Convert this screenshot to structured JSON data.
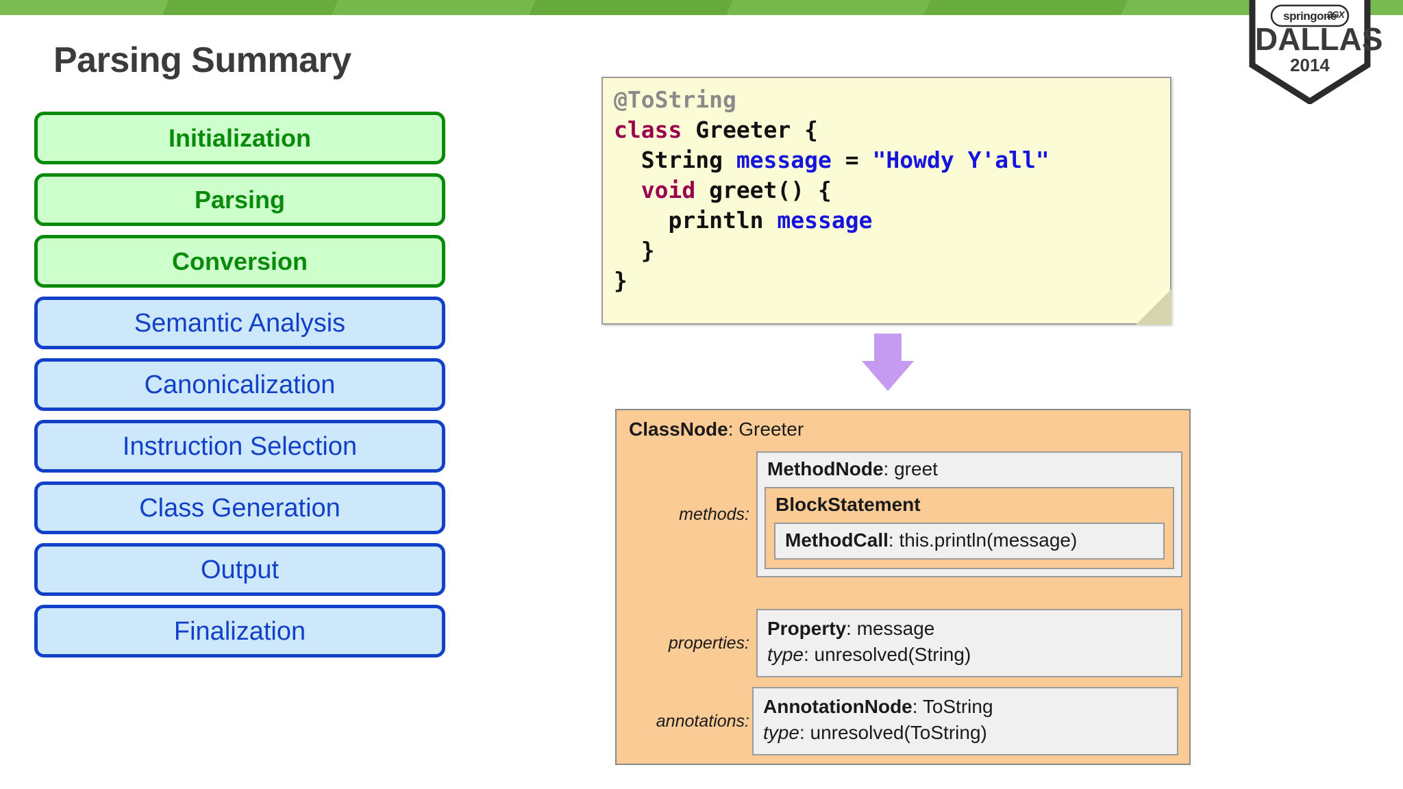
{
  "topbar": {
    "color": "#6cb33f"
  },
  "logo": {
    "name": "springone-2gx-dallas-2014-logo",
    "springone": "springone",
    "badge": "2GX",
    "city": "DALLAS",
    "year": "2014"
  },
  "page_title": "Parsing Summary",
  "phases": {
    "done_color": "#0a8a0a",
    "done_fill": "#ccffcc",
    "pending_color": "#1340c8",
    "pending_fill": "#cce8fa",
    "items": [
      {
        "label": "Initialization",
        "state": "done"
      },
      {
        "label": "Parsing",
        "state": "done"
      },
      {
        "label": "Conversion",
        "state": "done"
      },
      {
        "label": "Semantic Analysis",
        "state": "pending"
      },
      {
        "label": "Canonicalization",
        "state": "pending"
      },
      {
        "label": "Instruction Selection",
        "state": "pending"
      },
      {
        "label": "Class Generation",
        "state": "pending"
      },
      {
        "label": "Output",
        "state": "pending"
      },
      {
        "label": "Finalization",
        "state": "pending"
      }
    ]
  },
  "code_note": {
    "background": "#fbfbd6",
    "lines": [
      {
        "tokens": [
          {
            "t": "@ToString",
            "c": "annot"
          }
        ]
      },
      {
        "tokens": [
          {
            "t": "class ",
            "c": "kw"
          },
          {
            "t": "Greeter {",
            "c": "plain"
          }
        ]
      },
      {
        "tokens": [
          {
            "t": "  String ",
            "c": "plain"
          },
          {
            "t": "message",
            "c": "var"
          },
          {
            "t": " = ",
            "c": "plain"
          },
          {
            "t": "\"Howdy Y'all\"",
            "c": "str"
          }
        ]
      },
      {
        "tokens": [
          {
            "t": "  void ",
            "c": "kw"
          },
          {
            "t": "greet() {",
            "c": "plain"
          }
        ]
      },
      {
        "tokens": [
          {
            "t": "    println ",
            "c": "plain"
          },
          {
            "t": "message",
            "c": "var"
          }
        ]
      },
      {
        "tokens": [
          {
            "t": "  }",
            "c": "plain"
          }
        ]
      },
      {
        "tokens": [
          {
            "t": "}",
            "c": "plain"
          }
        ]
      }
    ]
  },
  "arrow": {
    "name": "down-arrow-icon",
    "color": "#c49bf0"
  },
  "ast": {
    "fill": "#fbcb96",
    "leaf_fill": "#f0f0f0",
    "root": {
      "type": "ClassNode",
      "separator": ": ",
      "value": "Greeter"
    },
    "rows": [
      {
        "key": "methods:",
        "node": {
          "type": "MethodNode",
          "separator": ": ",
          "value": "greet"
        },
        "child": {
          "type": "BlockStatement"
        },
        "grandchild": {
          "type": "MethodCall",
          "separator": ": ",
          "value": "this.println(message)"
        }
      },
      {
        "key": "properties:",
        "line1_type": "Property",
        "line1_sep": ": ",
        "line1_value": "message",
        "line2_key": "type",
        "line2_sep": ": ",
        "line2_value": "unresolved(String)"
      },
      {
        "key": "annotations:",
        "line1_type": "AnnotationNode",
        "line1_sep": ": ",
        "line1_value": "ToString",
        "line2_key": "type",
        "line2_sep": ": ",
        "line2_value": "unresolved(ToString)"
      }
    ]
  }
}
